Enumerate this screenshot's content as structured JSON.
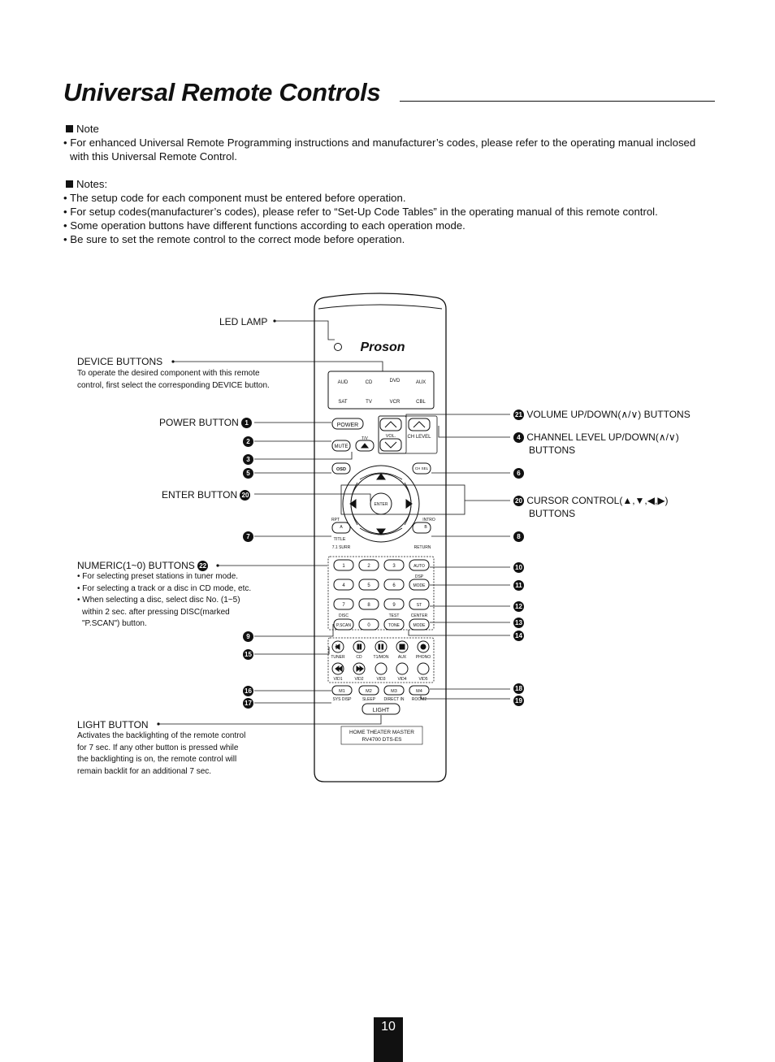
{
  "page": {
    "title": "Universal Remote Controls",
    "page_number": "10"
  },
  "note1": {
    "heading": "Note",
    "bullets": [
      "• For enhanced Universal Remote Programming instructions and manufacturer’s codes, please refer to the operating manual inclosed with this Universal Remote Control."
    ]
  },
  "note2": {
    "heading": "Notes:",
    "bullets": [
      "• The setup code for each component must be entered before operation.",
      "• For setup codes(manufacturer’s codes), please refer to “Set-Up Code Tables” in the operating manual of this remote control.",
      "• Some operation buttons have different functions according to each operation mode.",
      "• Be sure to set the remote control to the correct mode before operation."
    ]
  },
  "labels": {
    "led_lamp": "LED LAMP",
    "device_buttons": "DEVICE BUTTONS",
    "device_desc_1": "To operate the desired component with this remote",
    "device_desc_2": "control, first select the corresponding DEVICE button.",
    "power_button": "POWER BUTTON",
    "enter_button": "ENTER BUTTON",
    "numeric_buttons": "NUMERIC(1~0) BUTTONS",
    "numeric_desc_1": "• For selecting preset stations in tuner mode.",
    "numeric_desc_2": "• For selecting a track or a disc in CD mode, etc.",
    "numeric_desc_3": "• When selecting a disc, select disc No. (1~5)",
    "numeric_desc_4": "within 2 sec. after pressing DISC(marked",
    "numeric_desc_5": "\"P.SCAN\") button.",
    "light_button": "LIGHT BUTTON",
    "light_desc_1": "Activates the backlighting of the remote control",
    "light_desc_2": "for 7 sec. If any other button is pressed while",
    "light_desc_3": "the backlighting is on, the remote control will",
    "light_desc_4": "remain backlit for an additional 7 sec.",
    "volume_buttons": "VOLUME UP/DOWN(∧/∨) BUTTONS",
    "channel_level_1": "CHANNEL LEVEL UP/DOWN(∧/∨)",
    "channel_level_2": "BUTTONS",
    "cursor_control_1": "CURSOR CONTROL(▲,▼,◀,▶)",
    "cursor_control_2": "BUTTONS"
  },
  "callouts": {
    "n1": "1",
    "n2": "2",
    "n3": "3",
    "n4": "4",
    "n5": "5",
    "n6": "6",
    "n7": "7",
    "n8": "8",
    "n9": "9",
    "n10": "10",
    "n11": "11",
    "n12": "12",
    "n13": "13",
    "n14": "14",
    "n15": "15",
    "n16": "16",
    "n17": "17",
    "n18": "18",
    "n19": "19",
    "n20": "20",
    "n21": "21",
    "n22": "22"
  },
  "remote": {
    "brand": "Proson",
    "devices_row1": [
      "AUD",
      "CD",
      "DVD",
      "AUX"
    ],
    "devices_row2": [
      "SAT",
      "TV",
      "VCR",
      "CBL"
    ],
    "power": "POWER",
    "mute": "MUTE",
    "tv": "T/V",
    "vol": "VOL.",
    "ch_level": "CH LEVEL",
    "osd": "OSD",
    "ch_sel": "CH SEL",
    "enter": "ENTER",
    "rpt": "RPT",
    "a": "A",
    "title_lbl": "TITLE",
    "surr": "7.1 SURR",
    "intro": "INTRO",
    "b": "B",
    "return": "RETURN",
    "keys_row1": [
      "1",
      "2",
      "3",
      "AUTO"
    ],
    "keys_row2": [
      "4",
      "5",
      "6",
      "MODE"
    ],
    "keys_row3": [
      "7",
      "8",
      "9",
      "ST"
    ],
    "dsp": "DSP",
    "disc": "DISC",
    "test": "TEST",
    "center": "CENTER",
    "pscan": "P.SCAN",
    "zero": "0",
    "tone": "TONE",
    "mode2": "MODE",
    "transport_labels": [
      "TUNER",
      "CD",
      "T1/MON",
      "AUX",
      "PHONO"
    ],
    "video_labels": [
      "VID1",
      "VID2",
      "VID3",
      "VID4",
      "VID5"
    ],
    "m_keys": [
      "M1",
      "M2",
      "M3",
      "M4"
    ],
    "m_labels": [
      "SYS DISP",
      "SLEEP",
      "DIRECT IN",
      "ROOM2"
    ],
    "light": "LIGHT",
    "footer1": "HOME THEATER MASTER",
    "footer2": "RV4700 DTS-ES"
  }
}
